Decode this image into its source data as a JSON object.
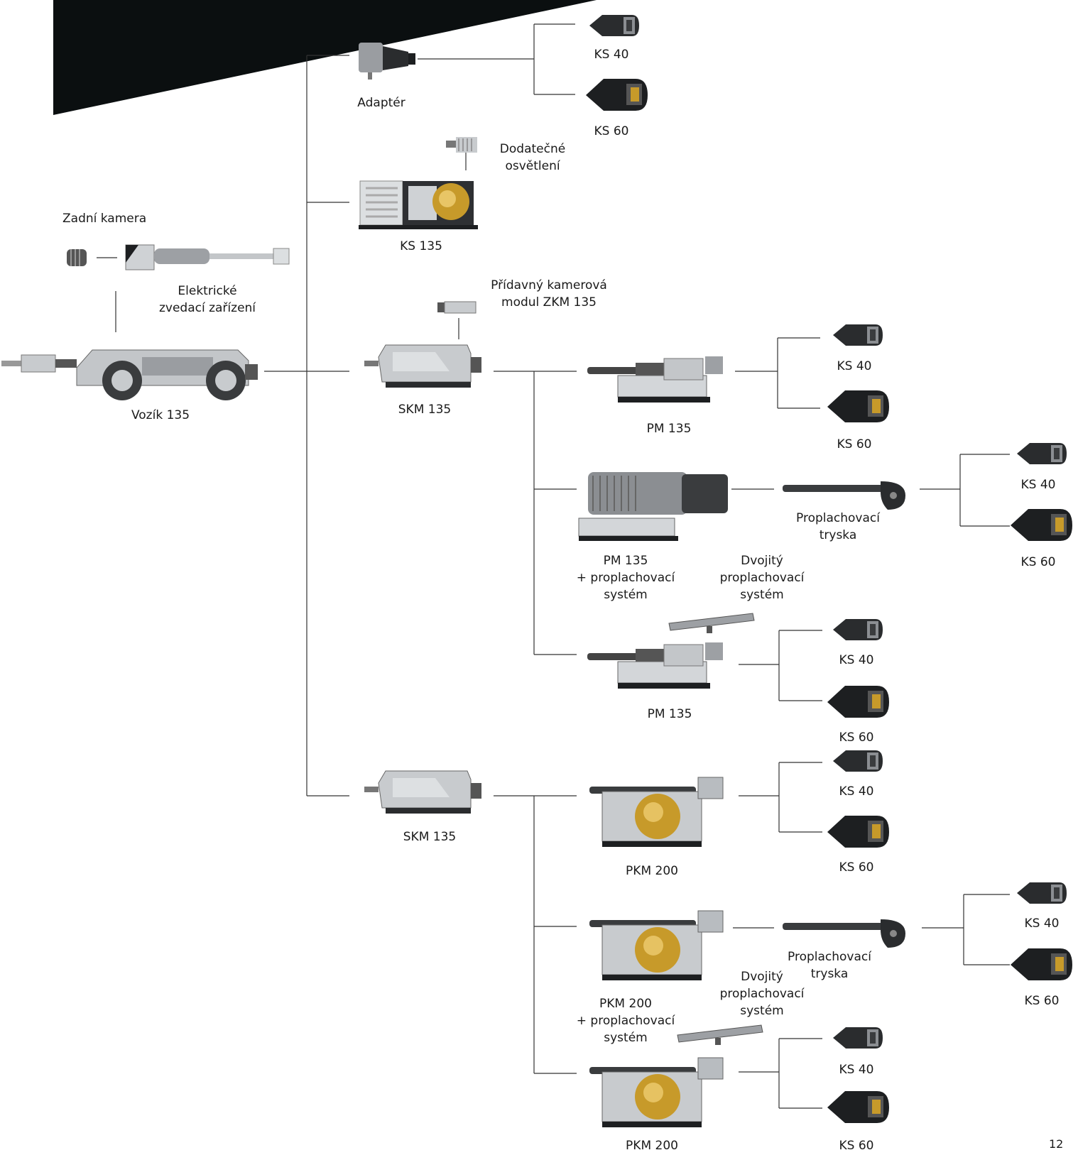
{
  "colors": {
    "banner": "#0b0f10",
    "line": "#333333",
    "metal": "#b8bcc0",
    "dark": "#1d1f21",
    "brass": "#c79a2a"
  },
  "labels": {
    "adapter": "Adaptér",
    "ks40": "KS 40",
    "ks60": "KS 60",
    "extra_light": [
      "Dodatečné",
      "osvětlení"
    ],
    "ks135": "KS 135",
    "rear_camera": "Zadní kamera",
    "lift": [
      "Elektrické",
      "zvedací zařízení"
    ],
    "zkm": [
      "Přídavný kamerová",
      "modul ZKM 135"
    ],
    "cart": "Vozík 135",
    "skm": "SKM 135",
    "pm135": "PM 135",
    "pm135_flush": [
      "PM 135",
      "+ proplachovací",
      "systém"
    ],
    "double_flush": [
      "Dvojitý",
      "proplachovací",
      "systém"
    ],
    "nozzle": [
      "Proplachovací",
      "tryska"
    ],
    "pkm200": "PKM 200",
    "pkm200_flush": [
      "PKM 200",
      "+ proplachovací",
      "systém"
    ],
    "page_number": "12"
  }
}
